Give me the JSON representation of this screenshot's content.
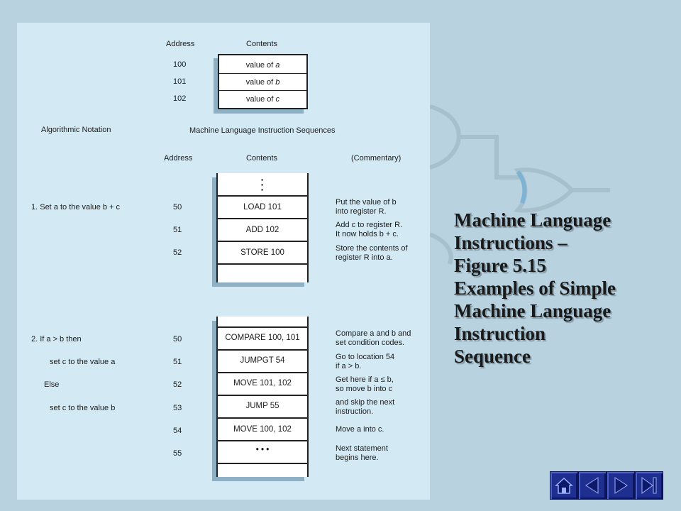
{
  "slide": {
    "title": "Machine Language\nInstructions –\nFigure 5.15\nExamples of Simple\nMachine Language\nInstruction\nSequence"
  },
  "figure": {
    "memory": {
      "col_address": "Address",
      "col_contents": "Contents",
      "rows": [
        {
          "address": "100",
          "pre": "value of ",
          "var": "a"
        },
        {
          "address": "101",
          "pre": "value of ",
          "var": "b"
        },
        {
          "address": "102",
          "pre": "value of ",
          "var": "c"
        }
      ]
    },
    "algorithmic_notation": "Algorithmic Notation",
    "sequences_heading": "Machine Language Instruction Sequences",
    "col_address": "Address",
    "col_contents": "Contents",
    "col_commentary": "(Commentary)",
    "example1": {
      "step": "1.  Set a to the value b + c",
      "rows": [
        {
          "address": "50",
          "instr": "LOAD 101",
          "comment1": "Put the value of b",
          "comment2": "into register R."
        },
        {
          "address": "51",
          "instr": "ADD 102",
          "comment1": "Add c to register R.",
          "comment2": "It now holds b + c."
        },
        {
          "address": "52",
          "instr": "STORE 100",
          "comment1": "Store the contents of",
          "comment2": "register R into a."
        }
      ]
    },
    "example2": {
      "lines": [
        "2.  If a > b then",
        "set c to the value a",
        "Else",
        "set c to the value b"
      ],
      "rows": [
        {
          "address": "50",
          "instr": "COMPARE 100, 101",
          "comment1": "Compare a and b and",
          "comment2": "set condition codes."
        },
        {
          "address": "51",
          "instr": "JUMPGT 54",
          "comment1": "Go to location 54",
          "comment2": "if a > b."
        },
        {
          "address": "52",
          "instr": "MOVE 101, 102",
          "comment1": "Get here if a ≤ b,",
          "comment2": "so move b into c"
        },
        {
          "address": "53",
          "instr": "JUMP 55",
          "comment1": "and skip the next",
          "comment2": "instruction."
        },
        {
          "address": "54",
          "instr": "MOVE 100, 102",
          "comment1": "Move a into c.",
          "comment2": ""
        },
        {
          "address": "55",
          "instr": "• • •",
          "comment1": "Next statement",
          "comment2": "begins here."
        }
      ]
    }
  },
  "nav": {
    "buttons": [
      {
        "icon": "home-icon"
      },
      {
        "icon": "previous-icon"
      },
      {
        "icon": "next-icon"
      },
      {
        "icon": "end-icon"
      }
    ],
    "button_color": "#1f2f8f"
  }
}
